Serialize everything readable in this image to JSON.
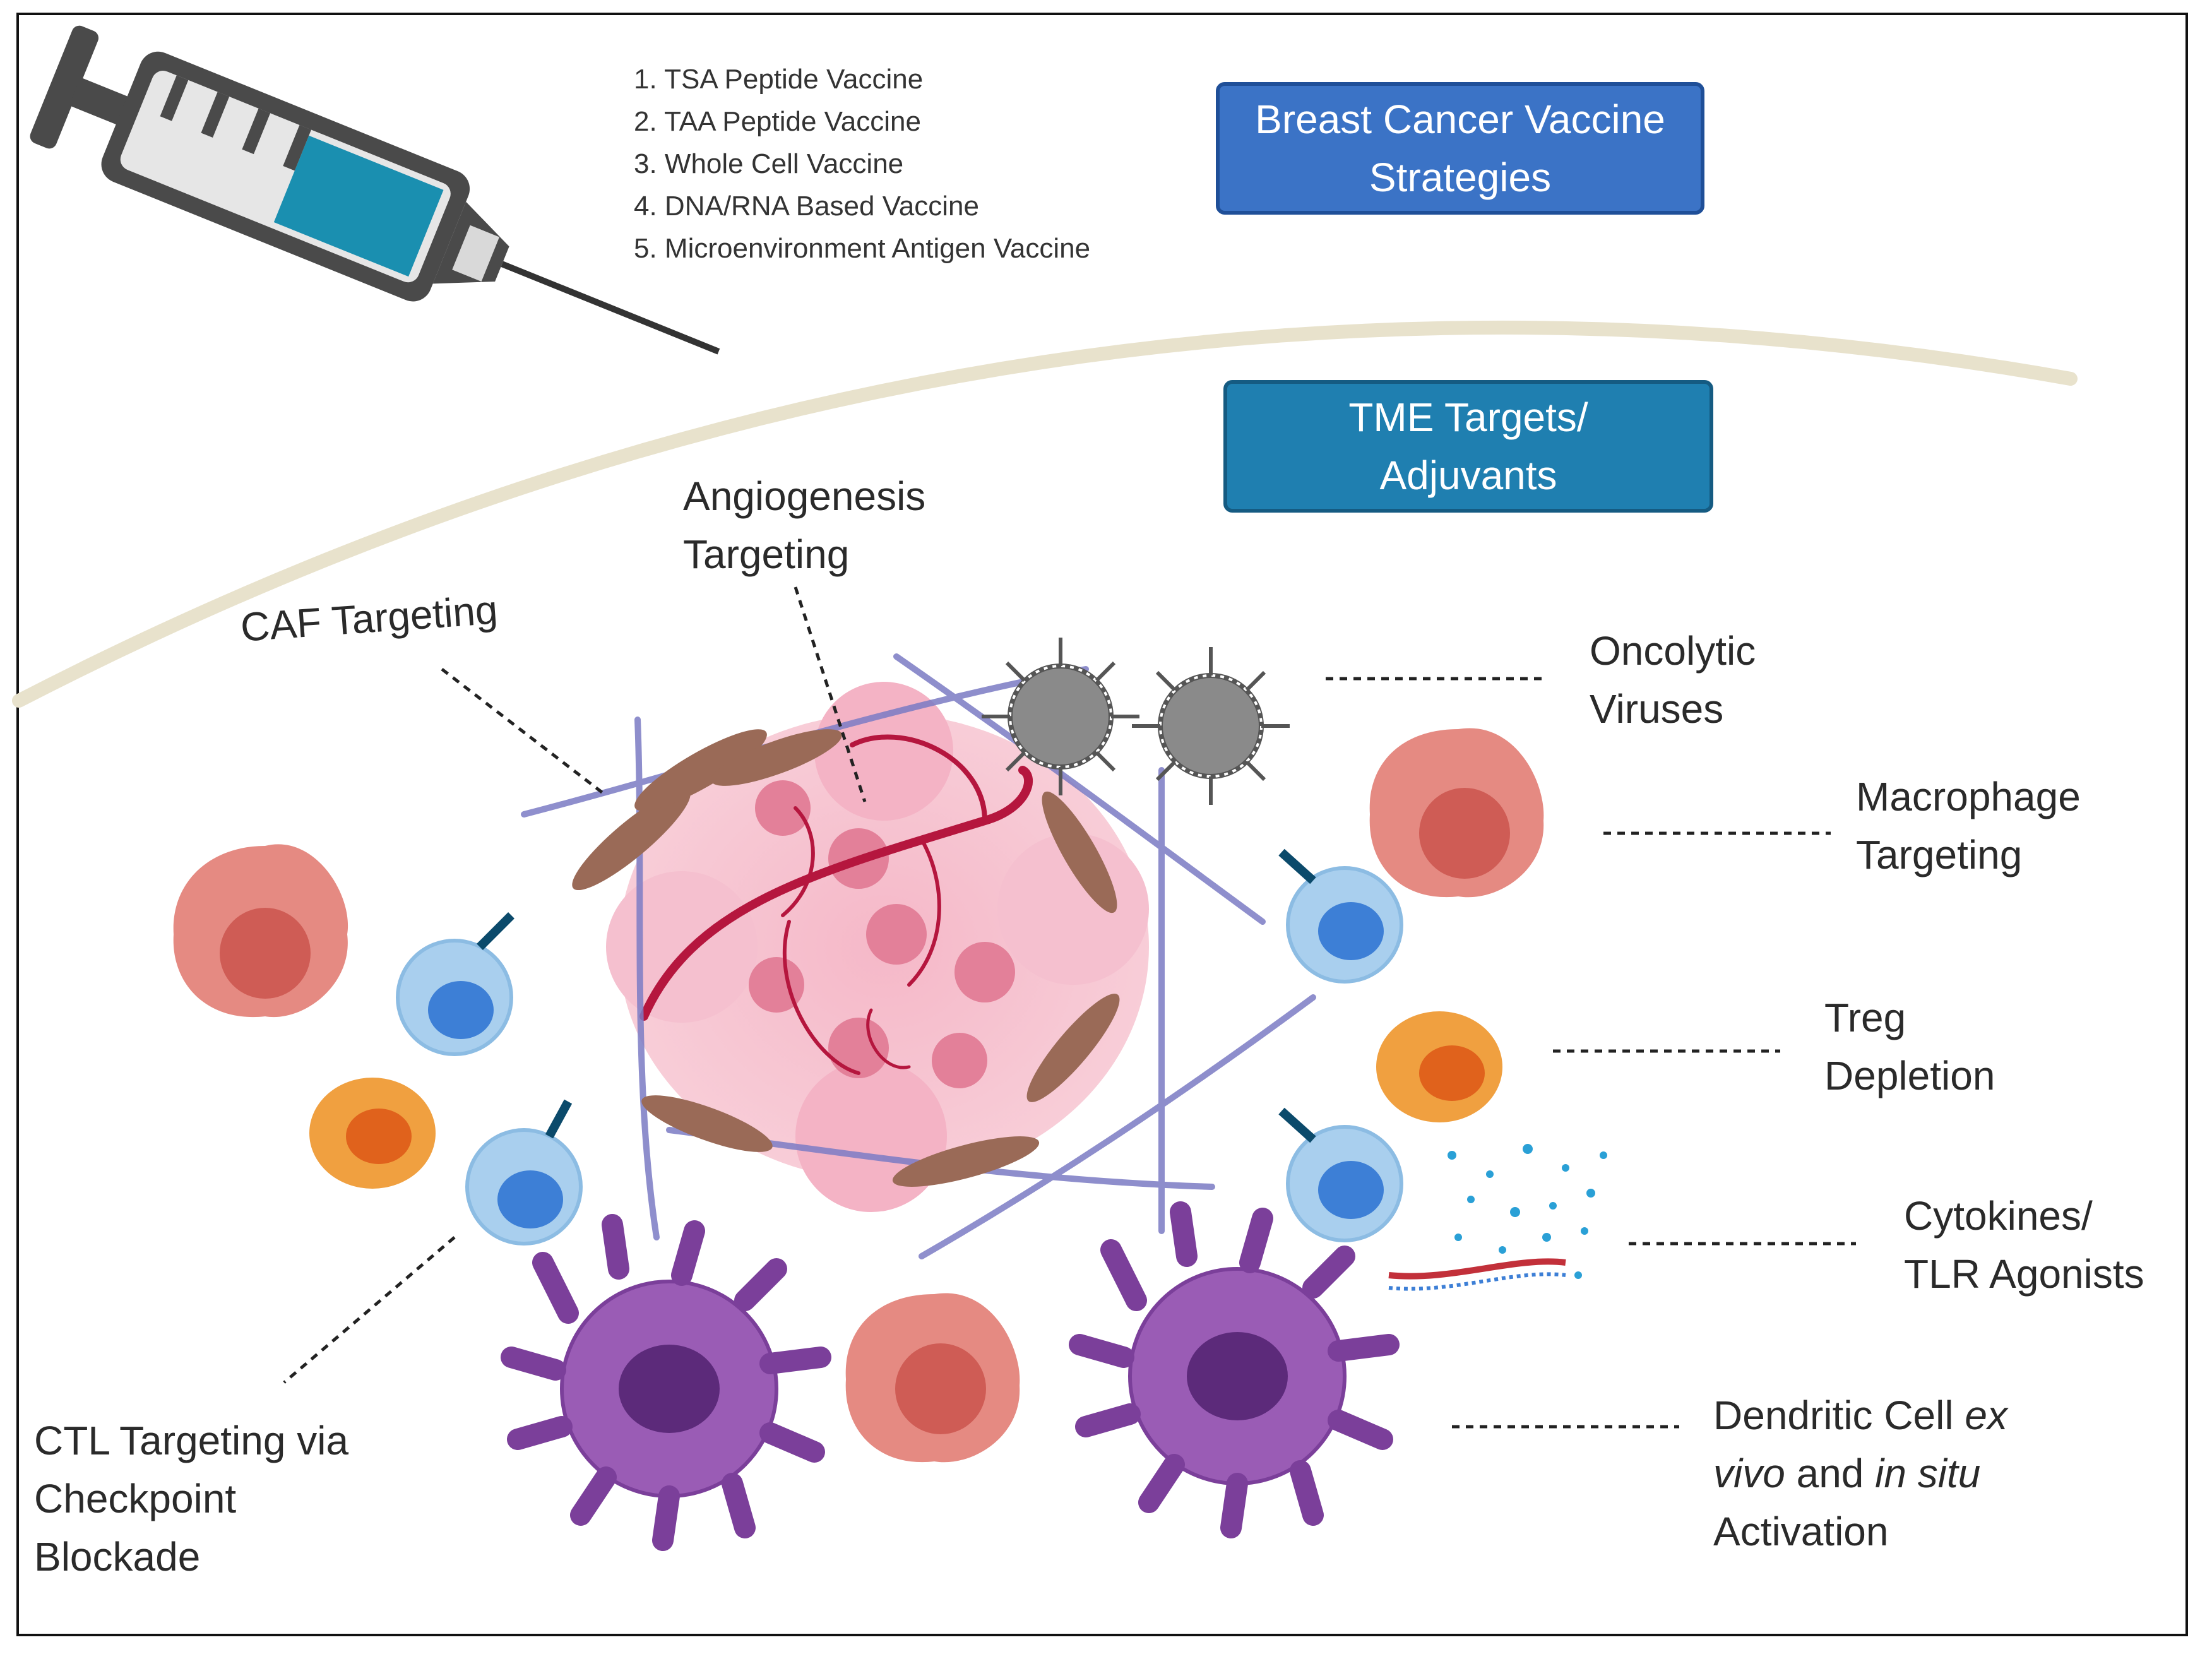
{
  "vaccine_list": [
    "1. TSA Peptide Vaccine",
    "2. TAA Peptide Vaccine",
    "3. Whole Cell Vaccine",
    "4. DNA/RNA Based Vaccine",
    "5. Microenvironment Antigen Vaccine"
  ],
  "strategy_box": {
    "line1": "Breast Cancer Vaccine",
    "line2": "Strategies"
  },
  "tme_box": {
    "line1": "TME Targets/",
    "line2": "Adjuvants"
  },
  "labels": {
    "angiogenesis": {
      "line1": "Angiogenesis",
      "line2": "Targeting"
    },
    "caf": "CAF Targeting",
    "oncolytic": {
      "line1": "Oncolytic",
      "line2": "Viruses"
    },
    "macrophage": {
      "line1": "Macrophage",
      "line2": "Targeting"
    },
    "treg": {
      "line1": "Treg",
      "line2": "Depletion"
    },
    "cytokines": {
      "line1": "Cytokines/",
      "line2": "TLR Agonists"
    },
    "dendritic": {
      "part1": "Dendritic Cell ",
      "part2_italic": "ex",
      "part3_italic": "vivo",
      "part4": " and ",
      "part5_italic": "in situ",
      "part6": "Activation"
    },
    "ctl": {
      "line1": "CTL Targeting via",
      "line2": "Checkpoint",
      "line3": "Blockade"
    }
  },
  "icons": [
    "syringe-icon",
    "tumor-mass-icon",
    "blood-vessel-icon",
    "fibroblast-icon",
    "virus-icon",
    "macrophage-icon",
    "t-cell-icon",
    "treg-cell-icon",
    "dendritic-cell-icon",
    "cytokine-dots-icon",
    "rna-strand-icon"
  ],
  "colors": {
    "strategy_box": "#3b73c6",
    "tme_box": "#1f7fb0",
    "membrane": "#e8e2cc",
    "tumor": "#f0a9bd",
    "vessel": "#b5163e",
    "fibroblast": "#9a6a57",
    "macrophage": "#e58a82",
    "t_cell": "#a9cfee",
    "treg": "#f0a040",
    "dendritic": "#9a5cb5",
    "virus": "#8a8a8a"
  }
}
